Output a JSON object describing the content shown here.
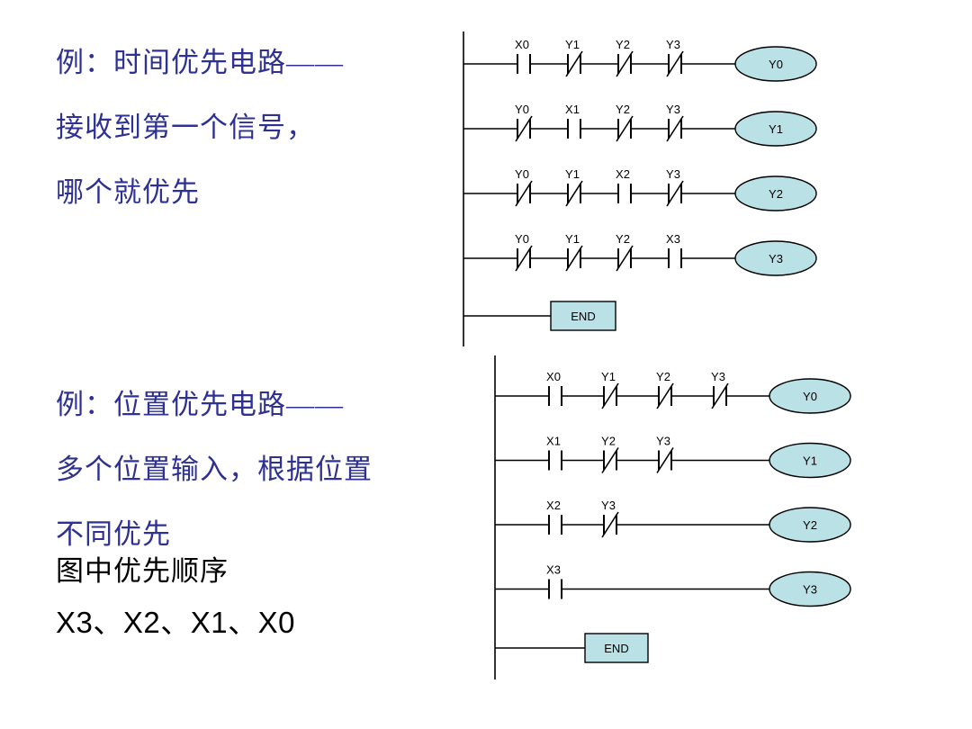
{
  "colors": {
    "background": "#ffffff",
    "blue_text": "#2e3192",
    "black_text": "#000000",
    "wire": "#000000",
    "coil_fill": "#b9e1e6"
  },
  "captions": {
    "time_priority": {
      "lines": [
        "例：时间优先电路——",
        "接收到第一个信号，",
        "哪个就优先"
      ]
    },
    "position_priority": {
      "lines": [
        "例：位置优先电路——",
        "多个位置输入，根据位置",
        "不同优先"
      ]
    },
    "priority_order": {
      "lines": [
        "图中优先顺序",
        "X3、X2、X1、X0"
      ]
    }
  },
  "diagrams": [
    {
      "id": "time-priority-ladder",
      "end_label": "END",
      "rungs": [
        {
          "contacts": [
            {
              "label": "X0",
              "type": "NO"
            },
            {
              "label": "Y1",
              "type": "NC"
            },
            {
              "label": "Y2",
              "type": "NC"
            },
            {
              "label": "Y3",
              "type": "NC"
            }
          ],
          "coil": "Y0"
        },
        {
          "contacts": [
            {
              "label": "Y0",
              "type": "NC"
            },
            {
              "label": "X1",
              "type": "NO"
            },
            {
              "label": "Y2",
              "type": "NC"
            },
            {
              "label": "Y3",
              "type": "NC"
            }
          ],
          "coil": "Y1"
        },
        {
          "contacts": [
            {
              "label": "Y0",
              "type": "NC"
            },
            {
              "label": "Y1",
              "type": "NC"
            },
            {
              "label": "X2",
              "type": "NO"
            },
            {
              "label": "Y3",
              "type": "NC"
            }
          ],
          "coil": "Y2"
        },
        {
          "contacts": [
            {
              "label": "Y0",
              "type": "NC"
            },
            {
              "label": "Y1",
              "type": "NC"
            },
            {
              "label": "Y2",
              "type": "NC"
            },
            {
              "label": "X3",
              "type": "NO"
            }
          ],
          "coil": "Y3"
        }
      ]
    },
    {
      "id": "position-priority-ladder",
      "end_label": "END",
      "rungs": [
        {
          "contacts": [
            {
              "label": "X0",
              "type": "NO"
            },
            {
              "label": "Y1",
              "type": "NC"
            },
            {
              "label": "Y2",
              "type": "NC"
            },
            {
              "label": "Y3",
              "type": "NC"
            }
          ],
          "coil": "Y0"
        },
        {
          "contacts": [
            {
              "label": "X1",
              "type": "NO"
            },
            {
              "label": "Y2",
              "type": "NC"
            },
            {
              "label": "Y3",
              "type": "NC"
            }
          ],
          "coil": "Y1"
        },
        {
          "contacts": [
            {
              "label": "X2",
              "type": "NO"
            },
            {
              "label": "Y3",
              "type": "NC"
            }
          ],
          "coil": "Y2"
        },
        {
          "contacts": [
            {
              "label": "X3",
              "type": "NO"
            }
          ],
          "coil": "Y3"
        }
      ]
    }
  ]
}
